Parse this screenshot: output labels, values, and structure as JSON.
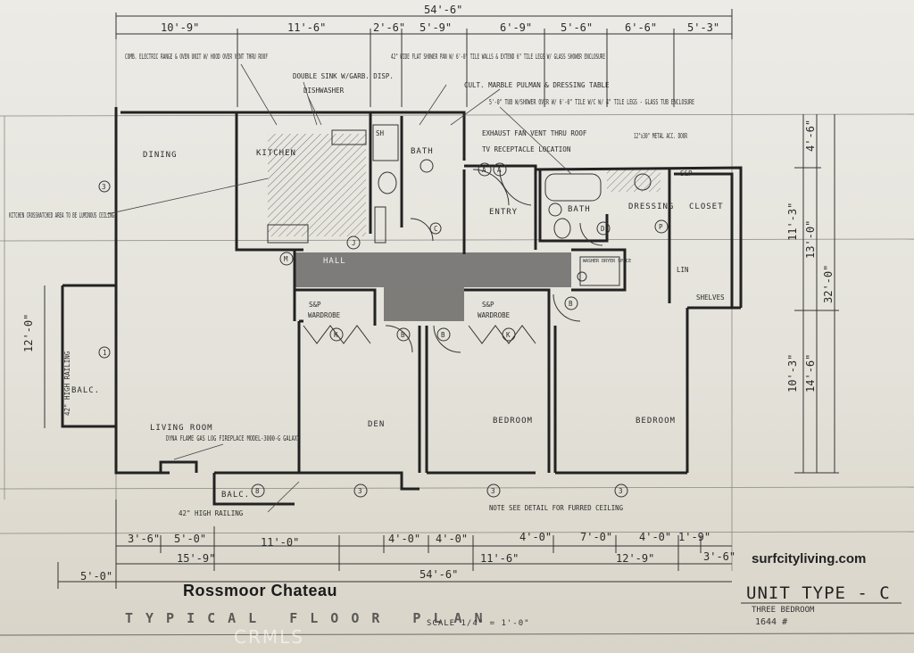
{
  "title": {
    "main": "Rossmoor Chateau",
    "subtitle": "TYPICAL FLOOR PLAN",
    "scale": "SCALE 1/4\" = 1'-0\"",
    "unit_type": "UNIT TYPE - C",
    "unit_desc": "THREE BEDROOM",
    "unit_area": "1644 #",
    "watermark": "surfcityliving.com",
    "mls": "CRMLS"
  },
  "rooms": {
    "dining": "DINING",
    "kitchen": "KITCHEN",
    "bath1": "BATH",
    "bath2": "BATH",
    "entry": "ENTRY",
    "dressing": "DRESSING",
    "closet": "CLOSET",
    "hall": "HALL",
    "living": "LIVING ROOM",
    "den": "DEN",
    "bedroom1": "BEDROOM",
    "bedroom2": "BEDROOM",
    "balcony1": "BALC.",
    "balcony2": "BALC.",
    "wardrobe1": "WARDROBE",
    "wardrobe2": "WARDROBE",
    "washer": "WASHER DRYER SPACE",
    "shelves": "SHELVES"
  },
  "notes": {
    "range": "COMB. ELECTRIC RANGE & OVEN UNIT W/ HOOD OVER VENT THRU ROOF",
    "sink": "DOUBLE SINK W/GARB. DISP.",
    "dishwasher": "DISHWASHER",
    "shower": "42\" WIDE FLAT SHOWER PAN W/ 6'-0\" TILE WALLS & EXTEND 6\" TILE LEGS W/ GLASS SHOWER ENCLOSURE",
    "marble": "CULT. MARBLE PULMAN & DRESSING TABLE",
    "tub": "5'-0\" TUB W/SHOWER OVER W/ 6'-0\" TILE W/C W/ 4\" TILE LEGS - GLASS TUB ENCLOSURE",
    "fan": "EXHAUST FAN VENT THRU ROOF",
    "tv": "TV RECEPTACLE LOCATION",
    "access": "12\"x30\" METAL ACC. DOOR",
    "kitchen_ceiling": "KITCHEN CROSSHATCHED AREA TO BE LUMINOUS CEILING",
    "fireplace": "DYNA FLAME GAS LOG FIREPLACE MODEL-3000-G GALAXY",
    "railing_bottom": "42\" HIGH RAILING",
    "railing_side": "42\" HIGH RAILING",
    "furred": "NOTE SEE DETAIL FOR FURRED CEILING"
  },
  "dims_top": [
    "10'-9\"",
    "11'-6\"",
    "2'-6\"",
    "5'-9\"",
    "6'-9\"",
    "5'-6\"",
    "6'-6\"",
    "5'-3\""
  ],
  "dim_overall_top": "54'-6\"",
  "dims_bottom_row1": [
    "3'-6\"",
    "5'-0\"",
    "11'-0\"",
    "4'-0\"",
    "4'-0\"",
    "4'-0\"",
    "7'-0\"",
    "4'-0\"",
    "1'-9\""
  ],
  "dims_bottom_row2": [
    "15'-9\"",
    "11'-6\"",
    "12'-9\"",
    "3'-6\""
  ],
  "dim_overall_bottom": "54'-6\"",
  "dim_left_offset": "5'-0\"",
  "dims_right": [
    "4'-6\"",
    "11'-3\"",
    "13'-0\"",
    "32'-0\"",
    "10'-3\"",
    "14'-6\""
  ],
  "dim_left_balc": "12'-0\"",
  "markers": {
    "a": "A",
    "b": "B",
    "c": "C",
    "d": "D",
    "k": "K",
    "j": "J",
    "m": "M",
    "p": "P",
    "r1": "1",
    "r3": "3",
    "r8": "8",
    "sep": "S&P",
    "dressing_sep": "S&P",
    "wardrobe_sep1": "S&P",
    "wardrobe_sep2": "S&P",
    "lin": "LIN",
    "sh": "SH"
  }
}
